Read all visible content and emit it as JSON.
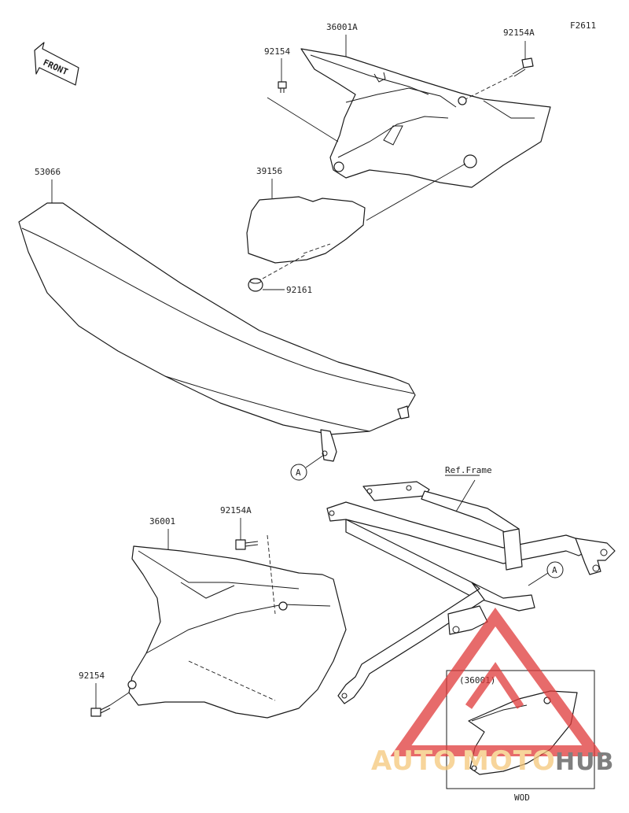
{
  "figure_code": "F2611",
  "front_arrow_text": "FRONT",
  "labels": {
    "cover_top_right": "36001A",
    "bolt_top_right": "92154A",
    "bolt_top_left": "92154",
    "seat": "53066",
    "pad": "39156",
    "damper": "92161",
    "ref_point_a_seat": "A",
    "ref_frame": "Ref.Frame",
    "ref_point_a_frame": "A",
    "cover_left": "36001",
    "bolt_mid": "92154A",
    "bolt_bottom": "92154",
    "variant_part": "(36001)",
    "variant_code": "WOD"
  },
  "watermark": {
    "auto": "AUTO",
    "moto": "MOTO",
    "hub": "HUB",
    "color_light": "#f5c77a",
    "color_red": "#e03a3a",
    "color_dark": "#555555"
  }
}
